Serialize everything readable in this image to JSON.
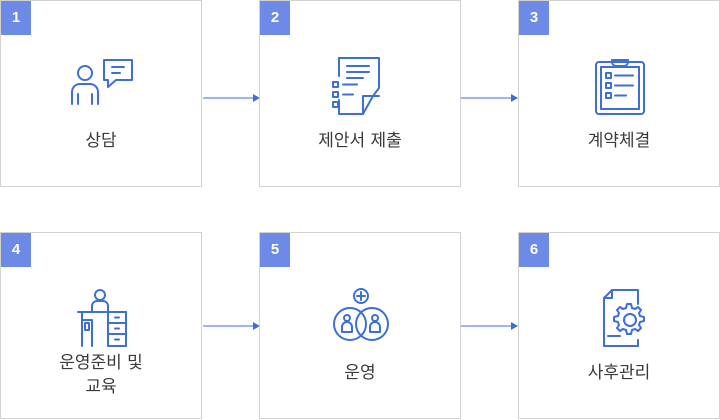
{
  "accent_color": "#6c8ae6",
  "icon_color": "#3d6fd6",
  "steps": [
    {
      "number": "1",
      "label": "상담",
      "icon": "consultation-icon"
    },
    {
      "number": "2",
      "label": "제안서 제출",
      "icon": "proposal-document-icon"
    },
    {
      "number": "3",
      "label": "계약체결",
      "icon": "clipboard-contract-icon"
    },
    {
      "number": "4",
      "label": "운영준비 및\n교육",
      "icon": "desk-training-icon"
    },
    {
      "number": "5",
      "label": "운영",
      "icon": "team-operation-icon"
    },
    {
      "number": "6",
      "label": "사후관리",
      "icon": "gear-maintenance-icon"
    }
  ]
}
